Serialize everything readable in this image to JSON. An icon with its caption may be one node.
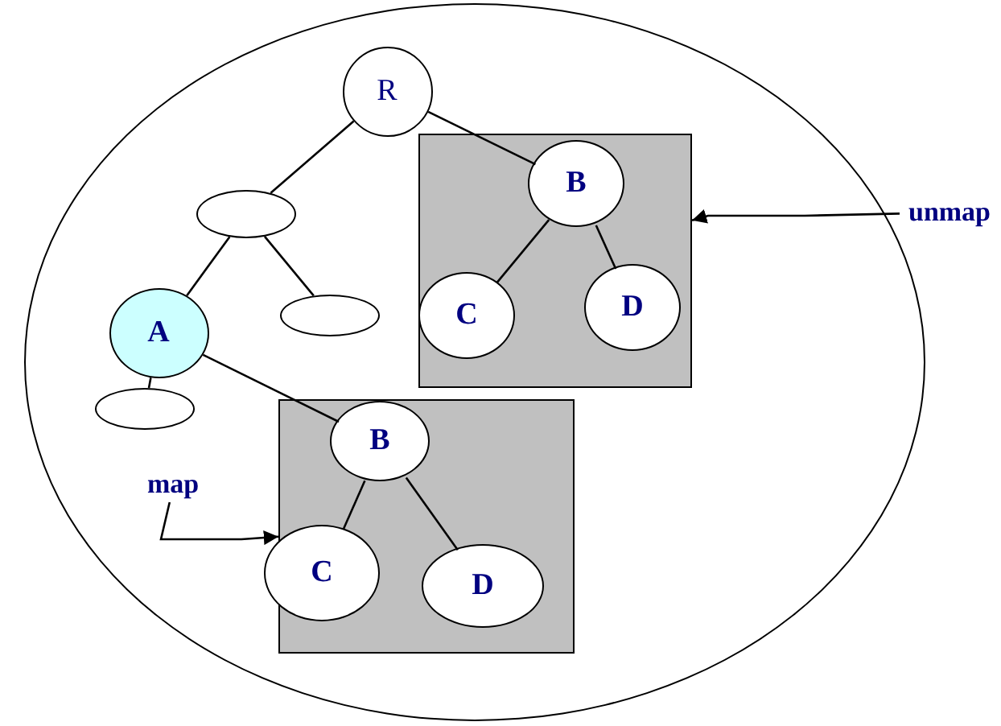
{
  "diagram": {
    "nodes": [
      {
        "text": [],
        "shape": "ellipse"
      },
      {
        "text": [
          "R"
        ],
        "in": 0
      },
      {
        "text": [],
        "shape": "ellipse",
        "in": 0
      },
      {
        "text": [],
        "shape": "ellipse",
        "in": 0
      },
      {
        "text": [
          "A"
        ],
        "in": 0
      },
      {
        "text": [],
        "shape": "ellipse",
        "in": 0
      },
      {
        "text": [],
        "shape": "box",
        "in": 0
      },
      {
        "text": [
          "B"
        ],
        "in": 6
      },
      {
        "text": [
          "C"
        ],
        "in": 6
      },
      {
        "text": [
          "D"
        ],
        "in": 6
      },
      {
        "text": [],
        "shape": "box",
        "in": 0
      },
      {
        "text": [
          "B"
        ],
        "in": 10
      },
      {
        "text": [
          "C"
        ],
        "in": 10
      },
      {
        "text": [
          "D"
        ],
        "in": 10
      },
      {
        "text": [
          "unmap"
        ]
      },
      {
        "text": [
          "map"
        ],
        "in": 0
      }
    ],
    "edges": [
      {
        "from": 1,
        "to": 2,
        "arrow": "none"
      },
      {
        "from": 1,
        "to": 7,
        "arrow": "none"
      },
      {
        "from": 2,
        "to": 4,
        "arrow": "none"
      },
      {
        "from": 2,
        "to": 3,
        "arrow": "none"
      },
      {
        "from": 4,
        "to": 5,
        "arrow": "none"
      },
      {
        "from": 4,
        "to": 11,
        "arrow": "none"
      },
      {
        "from": 7,
        "to": 8,
        "arrow": "none"
      },
      {
        "from": 7,
        "to": 9,
        "arrow": "none"
      },
      {
        "from": 11,
        "to": 12,
        "arrow": "none"
      },
      {
        "from": 11,
        "to": 13,
        "arrow": "none"
      },
      {
        "from": 14,
        "to": 6,
        "arrow": "to"
      },
      {
        "from": 15,
        "to": 10,
        "arrow": "to"
      }
    ]
  }
}
